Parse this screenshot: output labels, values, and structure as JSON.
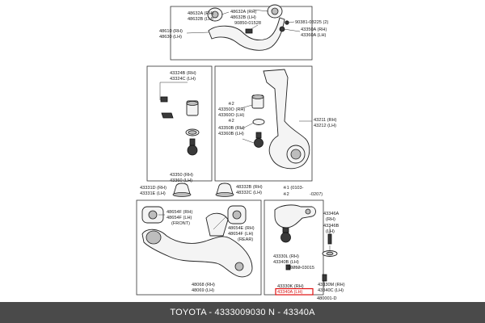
{
  "labels": {
    "l48632a": "48632A (RH)",
    "l48632b": "48632B (LH)",
    "r48632a": "48632A (RH)",
    "r48632b": "48632B (LH)",
    "l90381": "90381-03225 (2)",
    "l90850": "90850-01528",
    "l48610": "48610 (RH)",
    "l48630": "48630 (LH)",
    "l43350a": "43350A (RH)",
    "l43360a": "43360A (LH)",
    "l43324b": "43324B (RH)",
    "l43324c": "43324C (LH)",
    "l43211": "43211 (RH)",
    "l43212": "43212 (LH)",
    "l2a": "※2",
    "l43350o": "43350O (RH)",
    "l43360o": "43360O (LH)",
    "l2b": "※2",
    "l43350b": "43350B (RH)",
    "l43360b": "43360B (LH)",
    "l43350": "43350 (RH)",
    "l43360": "43360 (LH)",
    "l43331d": "43331D (RH)",
    "l43331e": "43331E (LH)",
    "l48332b": "48332B (RH)",
    "l48332c": "48332C (LH)",
    "l1note": "※1 (0103-",
    "l2note": "※2",
    "l0207": "-0207)",
    "l48654f_rh": "48654F (RH)",
    "l48654f_lh": "48654F (LH)",
    "lfront": "(FRONT)",
    "l48654e_rh": "48654E (RH)",
    "l48654f_lh2": "48654F (LH)",
    "lrear": "(REAR)",
    "l43346a": "43346A",
    "l43346a_rh": "(RH)",
    "l43346b": "43346B",
    "l43346b_lh": "(LH)",
    "l43330l": "43330L (RH)",
    "l43340b": "43340B (LH)",
    "l90252": "90252-03015",
    "l48068": "48068 (RH)",
    "l48069": "48069 (LH)",
    "l43330k": "43330K (RH)",
    "l43340a": "43340A (LH)",
    "l43330m": "43330M (RH)",
    "l43340c": "43340C (LH)",
    "l480001": "480001-D"
  },
  "footer": {
    "text": "TOYOTA - 4333009030     N - 43340A"
  },
  "colors": {
    "highlight": "#e01010",
    "footer_bg": "#4a4a4a"
  }
}
